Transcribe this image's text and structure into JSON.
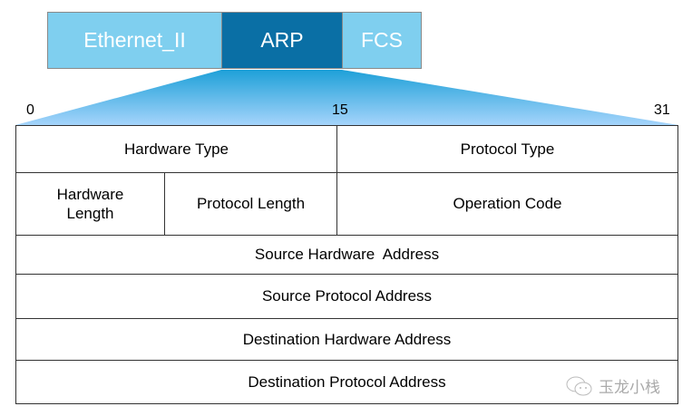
{
  "frame": {
    "segments": [
      {
        "label": "Ethernet_II",
        "color": "#7fcfef"
      },
      {
        "label": "ARP",
        "color": "#0a6fa5"
      },
      {
        "label": "FCS",
        "color": "#7fcfef"
      }
    ]
  },
  "bit_labels": {
    "start": "0",
    "middle": "15",
    "end": "31"
  },
  "fields": {
    "hardware_type": "Hardware Type",
    "protocol_type": "Protocol Type",
    "hardware_length": "Hardware Length",
    "protocol_length": "Protocol Length",
    "operation_code": "Operation Code",
    "source_hardware_address": "Source Hardware  Address",
    "source_protocol_address": "Source Protocol Address",
    "destination_hardware_address": "Destination Hardware Address",
    "destination_protocol_address": "Destination Protocol Address"
  },
  "watermark": {
    "text": "玉龙小栈",
    "icon": "wechat-icon"
  }
}
